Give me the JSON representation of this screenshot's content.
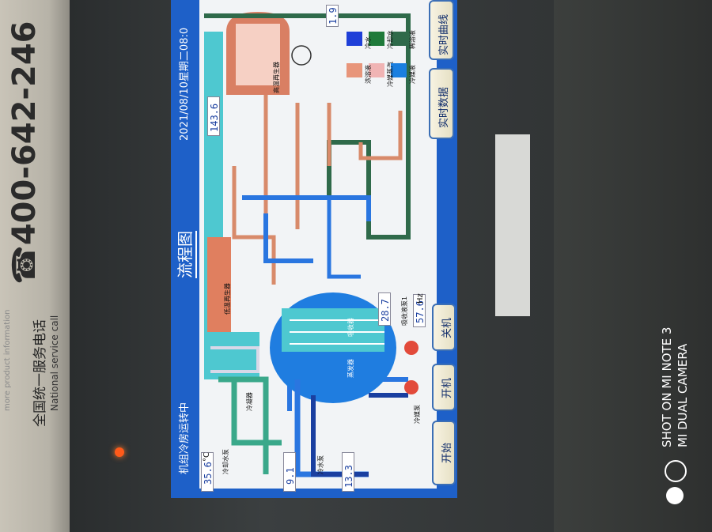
{
  "sticker_strip": {
    "phone_label": "☎400-642-246",
    "service_cn": "全国统一服务电话",
    "service_en": "National service call",
    "product_info": "more product information"
  },
  "screen": {
    "title": "流程图",
    "status": "机组冷房运转中",
    "datetime": "2021/08/10星期二08:0",
    "buttons": {
      "start": "开始",
      "power_on": "开机",
      "power_off": "关机",
      "realtime_data": "实时数据",
      "realtime_curve": "实时曲线"
    },
    "readouts": {
      "cooling_water_temp": "35.6",
      "chilled_out_temp": "9.1",
      "chilled_in_temp": "13.3",
      "absorber_temp": "28.7",
      "generator_temp": "143.6",
      "pump_freq": "57.6",
      "top_value": "1.9",
      "temp_unit": "°C",
      "freq_unit": "Hz"
    },
    "labels": {
      "cooling_water": "冷却水泵",
      "chilled_water": "冷水泵",
      "condenser": "冷凝器",
      "low_gen": "低温再生器",
      "high_gen": "高温再生器",
      "evaporator": "蒸发器",
      "absorber": "吸收器",
      "absorb_pump": "吸收液泵1",
      "refrig_pump": "冷媒泵"
    },
    "legend": [
      {
        "name": "浓溶液",
        "color": "#e8957a"
      },
      {
        "name": "冷水",
        "color": "#1f3fd8"
      },
      {
        "name": "冷媒蒸汽",
        "color": "#f0b4b4"
      },
      {
        "name": "冷却水",
        "color": "#1f7a3a"
      },
      {
        "name": "冷媒液",
        "color": "#1a7fe0"
      },
      {
        "name": "稀溶液",
        "color": "#2f6a4a"
      }
    ]
  },
  "camera_watermark": {
    "line1": "SHOT ON MI NOTE 3",
    "line2": "MI DUAL CAMERA"
  },
  "colors": {
    "screen_bg": "#1e60c8",
    "diagram_bg": "#f3f5f6",
    "cooling_water": "#3aa88a",
    "dilute": "#2f6a4a",
    "concentrate": "#d88a6a",
    "chilled": "#2a76e0",
    "refrig": "#4ec8d0"
  }
}
